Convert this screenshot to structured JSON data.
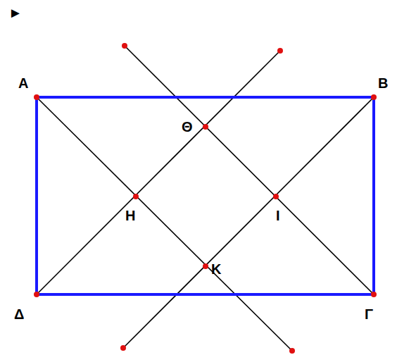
{
  "diagram": {
    "labels": [
      "►",
      "Α",
      "Β",
      "Θ",
      "Η",
      "Ι",
      "Κ",
      "Δ",
      "Γ"
    ]
  }
}
